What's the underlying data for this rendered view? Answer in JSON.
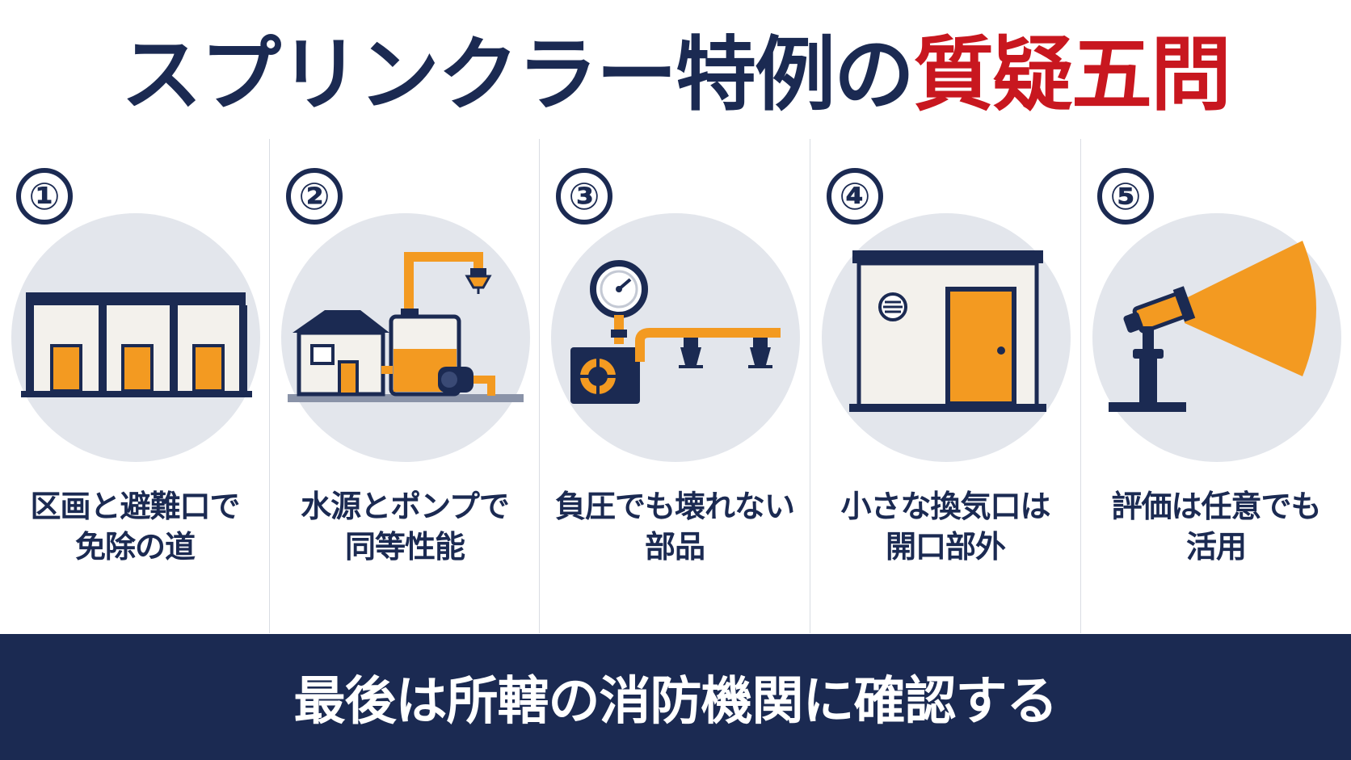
{
  "title": {
    "main": "スプリンクラー特例の",
    "accent": "質疑五問"
  },
  "colors": {
    "navy": "#1b2a52",
    "red": "#c8171f",
    "orange": "#f39a21",
    "circle": "#e3e6ec"
  },
  "panels": [
    {
      "number": "①",
      "icon": "building-compartments-icon",
      "caption_line1": "区画と避難口で",
      "caption_line2": "免除の道"
    },
    {
      "number": "②",
      "icon": "water-tank-pump-icon",
      "caption_line1": "水源とポンプで",
      "caption_line2": "同等性能"
    },
    {
      "number": "③",
      "icon": "pressure-gauge-sprinkler-icon",
      "caption_line1": "負圧でも壊れない",
      "caption_line2": "部品"
    },
    {
      "number": "④",
      "icon": "room-vent-door-icon",
      "caption_line1": "小さな換気口は",
      "caption_line2": "開口部外"
    },
    {
      "number": "⑤",
      "icon": "spotlight-icon",
      "caption_line1": "評価は任意でも",
      "caption_line2": "活用"
    }
  ],
  "banner": {
    "text": "最後は所轄の消防機関に確認する"
  }
}
